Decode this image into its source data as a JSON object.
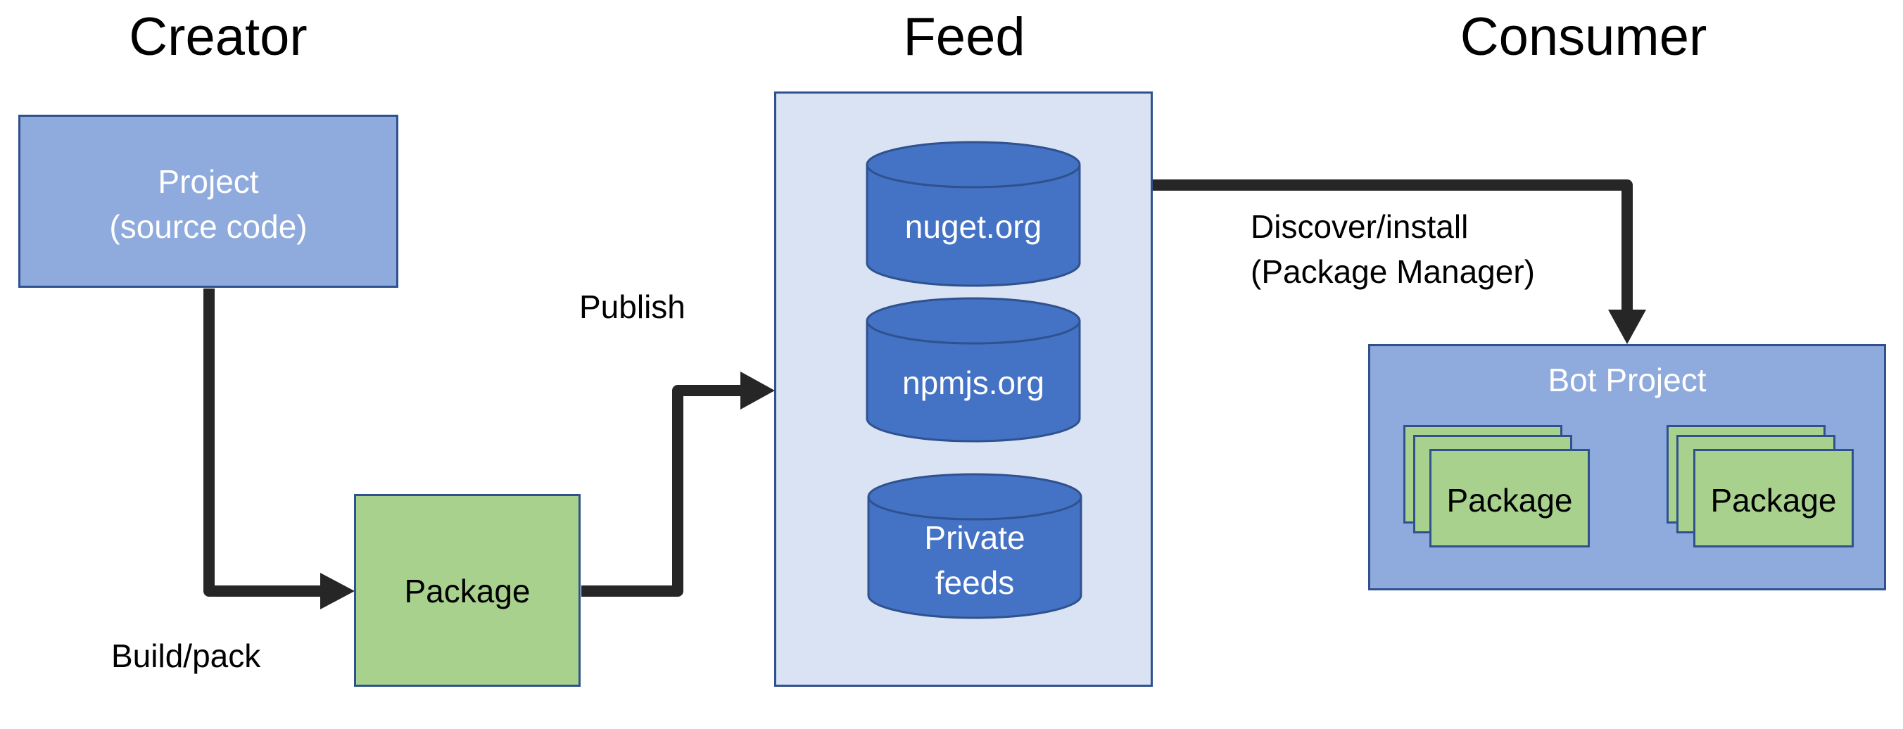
{
  "headings": {
    "creator": "Creator",
    "feed": "Feed",
    "consumer": "Consumer"
  },
  "creator": {
    "project_line1": "Project",
    "project_line2": "(source code)",
    "package": "Package",
    "build_label": "Build/pack",
    "publish_label": "Publish"
  },
  "feed": {
    "db1": "nuget.org",
    "db2": "npmjs.org",
    "db3_line1": "Private",
    "db3_line2": "feeds"
  },
  "consumer": {
    "discover_line1": "Discover/install",
    "discover_line2": "(Package Manager)",
    "bot_project": "Bot Project",
    "package_a": "Package",
    "package_b": "Package"
  },
  "colors": {
    "project_fill": "#8faadc",
    "package_fill": "#a9d18e",
    "feed_fill": "#dae3f3",
    "db_fill": "#4472c4",
    "border": "#2f528f",
    "arrow": "#262626"
  }
}
